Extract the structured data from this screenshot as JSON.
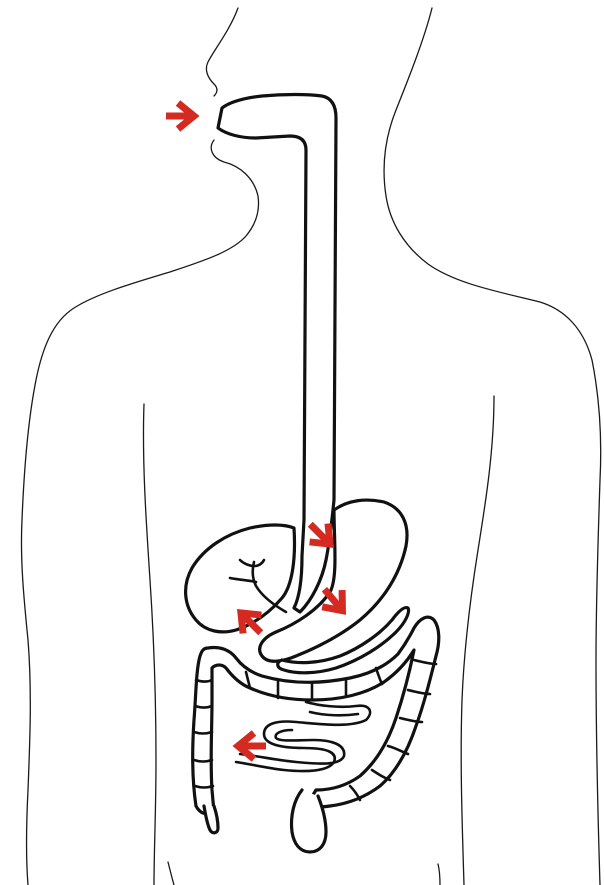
{
  "diagram": {
    "arrow_color": "#d42a22",
    "line_color": "#111111",
    "background": "#ffffff",
    "parts": {
      "body": "body-outline",
      "esophagus": "esophagus",
      "liver": "liver",
      "gallbladder": "gallbladder",
      "stomach": "stomach",
      "pancreas": "pancreas",
      "large_intestine": "large-intestine",
      "small_intestine": "small-intestine",
      "appendix": "appendix",
      "rectum": "rectum"
    },
    "arrows": [
      {
        "name": "mouth-arrow",
        "icon": "arrow-right-icon"
      },
      {
        "name": "esophagus-arrow",
        "icon": "arrow-down-right-icon"
      },
      {
        "name": "stomach-arrow",
        "icon": "arrow-down-right-icon"
      },
      {
        "name": "gallbladder-arrow",
        "icon": "arrow-up-left-icon"
      },
      {
        "name": "intestine-arrow",
        "icon": "arrow-left-icon"
      }
    ]
  }
}
